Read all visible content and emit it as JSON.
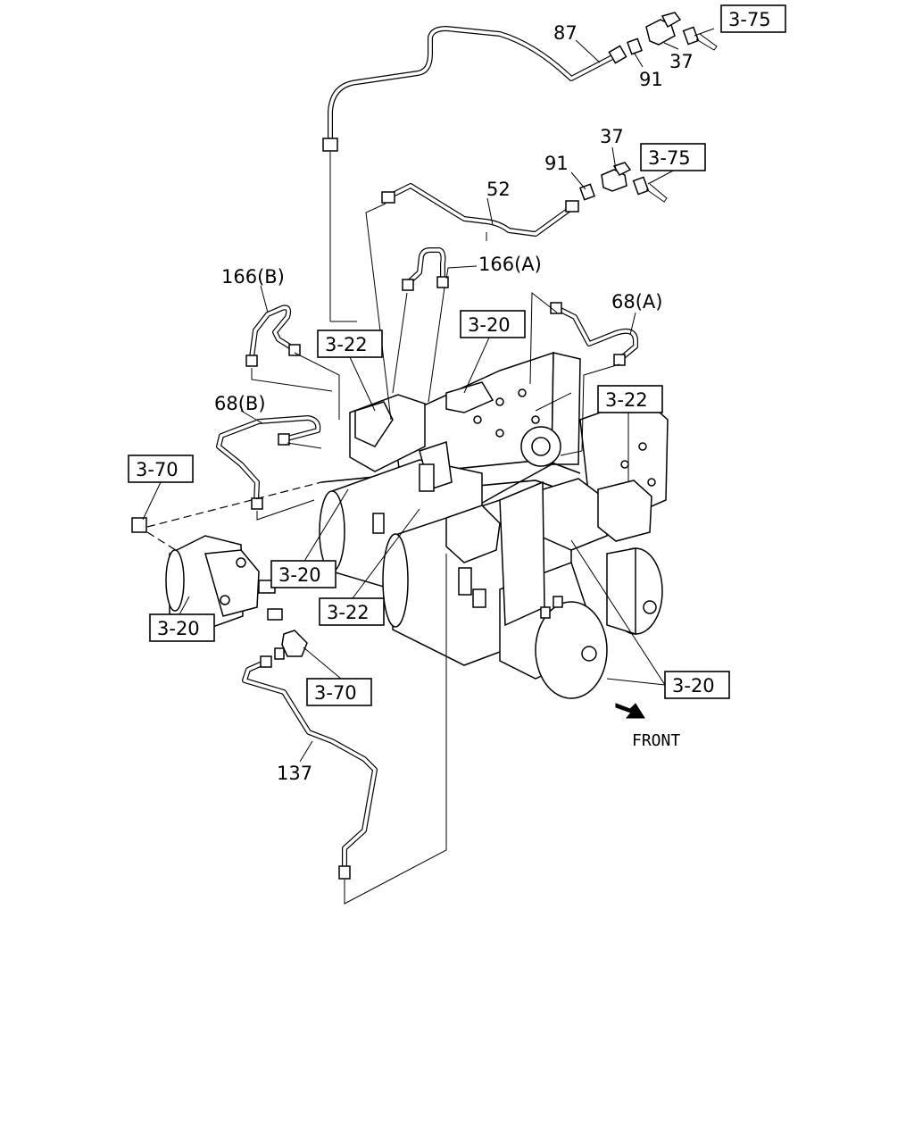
{
  "diagram": {
    "parts": {
      "p87": "87",
      "p37a": "37",
      "p91a": "91",
      "p37b": "37",
      "p91b": "91",
      "p52": "52",
      "p166a": "166(A)",
      "p166b": "166(B)",
      "p68a": "68(A)",
      "p68b": "68(B)",
      "p137": "137"
    },
    "refs": {
      "r375a": "3-75",
      "r375b": "3-75",
      "r322a": "3-22",
      "r320a": "3-20",
      "r322b": "3-22",
      "r370a": "3-70",
      "r320b": "3-20",
      "r322c": "3-22",
      "r320c": "3-20",
      "r370b": "3-70",
      "r320d": "3-20"
    },
    "front_label": "FRONT"
  }
}
